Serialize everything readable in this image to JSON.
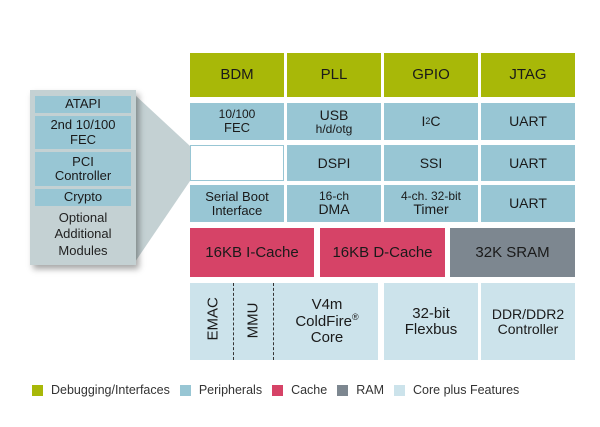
{
  "colors": {
    "debugging": "#a8b808",
    "peripherals": "#98c6d4",
    "cache": "#d64367",
    "ram": "#7d8790",
    "core": "#cce3eb",
    "panel": "#c4d1d3"
  },
  "optional_panel": {
    "modules": [
      "ATAPI",
      "2nd 10/100 FEC",
      "PCI Controller",
      "Crypto"
    ],
    "module_lines": [
      [
        "ATAPI"
      ],
      [
        "2nd 10/100",
        "FEC"
      ],
      [
        "PCI",
        "Controller"
      ],
      [
        "Crypto"
      ]
    ],
    "caption_lines": [
      "Optional",
      "Additional",
      "Modules"
    ]
  },
  "debug_row": [
    "BDM",
    "PLL",
    "GPIO",
    "JTAG"
  ],
  "periph_row1": {
    "fec": [
      "10/100",
      "FEC"
    ],
    "usb": [
      "USB",
      "h/d/otg"
    ],
    "i2c_base": "I",
    "i2c_sup": "2",
    "i2c_tail": "C",
    "uart": "UART"
  },
  "periph_row2": {
    "empty": "",
    "dspi": "DSPI",
    "ssi": "SSI",
    "uart": "UART"
  },
  "periph_row3": {
    "boot": [
      "Serial Boot",
      "Interface"
    ],
    "dma": [
      "16-ch",
      "DMA"
    ],
    "timer": [
      "4-ch. 32-bit",
      "Timer"
    ],
    "uart": "UART"
  },
  "memory_row": {
    "icache": "16KB I-Cache",
    "dcache": "16KB D-Cache",
    "sram": "32K SRAM"
  },
  "core_row": {
    "emac": "EMAC",
    "mmu": "MMU",
    "core": [
      "V4m",
      "ColdFire",
      "Core"
    ],
    "core_reg": "®",
    "flexbus": [
      "32-bit",
      "Flexbus"
    ],
    "ddr": [
      "DDR/DDR2",
      "Controller"
    ]
  },
  "legend": [
    {
      "label": "Debugging/Interfaces",
      "color": "#a8b808"
    },
    {
      "label": "Peripherals",
      "color": "#98c6d4"
    },
    {
      "label": "Cache",
      "color": "#d64367"
    },
    {
      "label": "RAM",
      "color": "#7d8790"
    },
    {
      "label": "Core plus Features",
      "color": "#cce3eb"
    }
  ]
}
